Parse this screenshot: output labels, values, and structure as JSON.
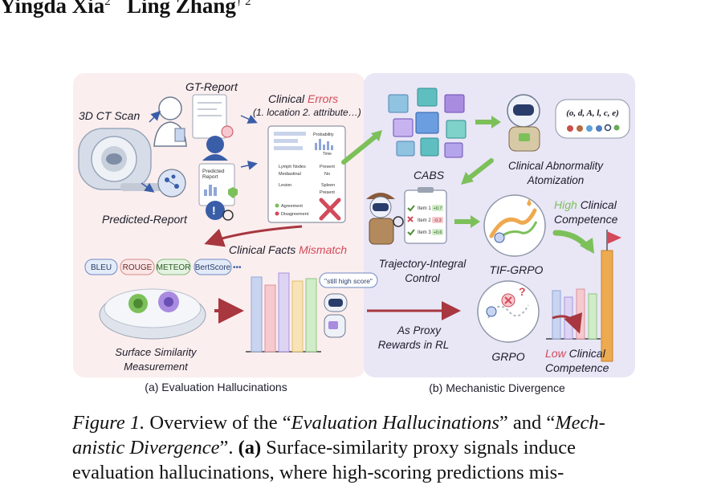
{
  "authors": [
    {
      "name": "Yingda Xia",
      "sup": "2"
    },
    {
      "name": "Ling Zhang",
      "sup": "† 2"
    }
  ],
  "figure": {
    "left_panel": {
      "ct_scan": "3D CT Scan",
      "gt_report": "GT-Report",
      "predicted_report": "Predicted-Report",
      "predicted_doc": [
        "Predicted",
        "Report"
      ],
      "clinical_errors_prefix": "Clinical",
      "clinical_errors_word": "Errors",
      "clinical_errors_note": "(1. location 2. attribute…)",
      "report_card": {
        "probability": "Probability",
        "time": "Time",
        "rows": [
          [
            "Lymph Nodes",
            "Present"
          ],
          [
            "Mediastinal",
            "No"
          ],
          [
            "Lesion",
            "Spleen"
          ],
          [
            "",
            "Present"
          ]
        ],
        "legend_agreement": "Agreement",
        "legend_disagreement": "Disagreement"
      },
      "mismatch_prefix": "Clinical Facts",
      "mismatch_word": "Mismatch",
      "metrics": [
        "BLEU",
        "ROUGE",
        "METEOR",
        "BertScore"
      ],
      "metrics_more": "•••",
      "speech": "\"still high score\"",
      "surface_title": [
        "Surface Similarity",
        "Measurement"
      ],
      "caption": "(a) Evaluation Hallucinations"
    },
    "right_panel": {
      "cabs": "CABS",
      "formula": "(o, d, A, l, c, e)",
      "atomization": [
        "Clinical Abnormality",
        "Atomization"
      ],
      "checklist": [
        [
          "Item 1",
          "+0.7"
        ],
        [
          "Item 2",
          "-0.3"
        ],
        [
          "Item 3",
          "+0.6"
        ]
      ],
      "trajectory": [
        "Trajectory-Integral",
        "Control"
      ],
      "tif_grpo": "TIF-GRPO",
      "high_word": "High",
      "high_rest": "Clinical",
      "competence": "Competence",
      "proxy": [
        "As Proxy",
        "Rewards in RL"
      ],
      "grpo": "GRPO",
      "low_word": "Low",
      "low_rest": "Clinical",
      "caption": "(b) Mechanistic Divergence"
    },
    "colors": {
      "left_bg": "#fbeeee",
      "right_bg": "#e9e6f6",
      "error_red": "#d24a5a",
      "green": "#7cc05a",
      "dark_red": "#a8373f",
      "blue": "#3a5da8",
      "orange": "#eeaa4f"
    }
  },
  "caption_text": {
    "fig": "Figure 1.",
    "p1": " Overview of the “",
    "eh": "Evaluation Hallucinations",
    "p2": "” and “",
    "md1": "Mech-",
    "md2": "anistic Divergence",
    "p3": "”. ",
    "a": "(a)",
    "p4": " Surface-similarity proxy signals induce",
    "line3": "evaluation hallucinations, where high-scoring predictions mis-"
  }
}
